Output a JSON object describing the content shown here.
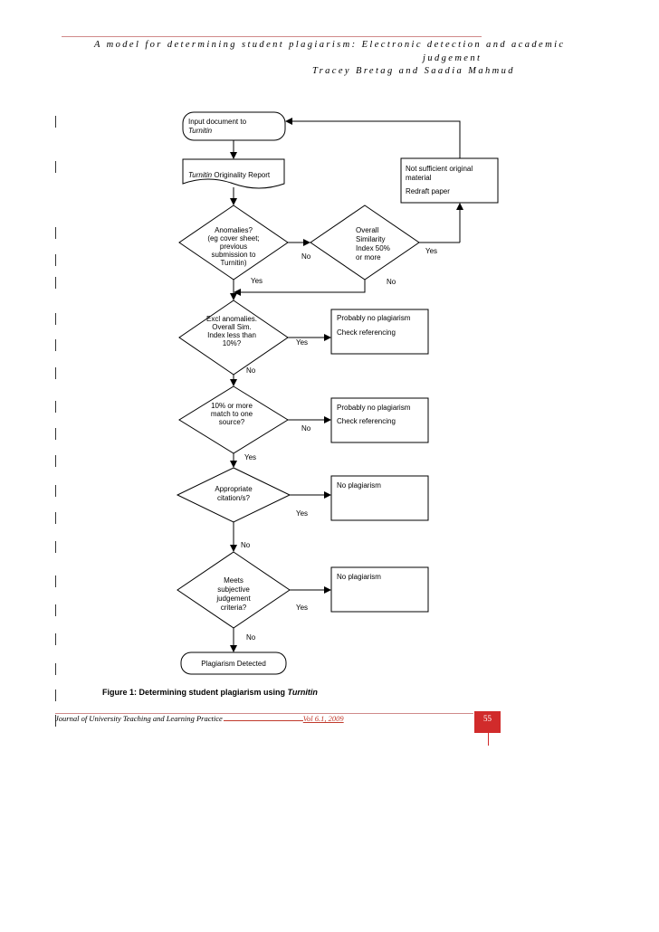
{
  "header": {
    "title_line1": "A model for determining student plagiarism: Electronic detection and academic",
    "title_line2": "judgement",
    "authors": "Tracey Bretag and Saadia Mahmud"
  },
  "flow": {
    "input": [
      "Input document to",
      "Turnitin"
    ],
    "report_italic": "Turnitin",
    "report_rest": " Originality Report",
    "not_sufficient": [
      "Not sufficient original",
      "material"
    ],
    "redraft": "Redraft paper",
    "anomalies": [
      "Anomalies?",
      "(eg cover sheet;",
      "previous",
      "submission to",
      "Turnitin)"
    ],
    "overall": [
      "Overall",
      "Similarity",
      "Index 50%",
      "or more"
    ],
    "excl": [
      "Excl anomalies.",
      "Overall Sim.",
      "Index less than",
      "10%?"
    ],
    "ten_percent": [
      "10% or more",
      "match to one",
      "source?"
    ],
    "citation": [
      "Appropriate",
      "citation/s?"
    ],
    "subjective": [
      "Meets",
      "subjective",
      "judgement",
      "criteria?"
    ],
    "probably_1": "Probably no plagiarism",
    "check_1": "Check referencing",
    "probably_2": "Probably no plagiarism",
    "check_2": "Check referencing",
    "no_plag_1": "No plagiarism",
    "no_plag_2": "No plagiarism",
    "detected": "Plagiarism Detected",
    "yes": "Yes",
    "no": "No"
  },
  "caption": {
    "text": "Figure 1: Determining student plagiarism using ",
    "italic": "Turnitin"
  },
  "footer": {
    "journal": "Journal of University Teaching and Learning Practice",
    "volume": "Vol 6.1, 2009",
    "page": "55"
  }
}
